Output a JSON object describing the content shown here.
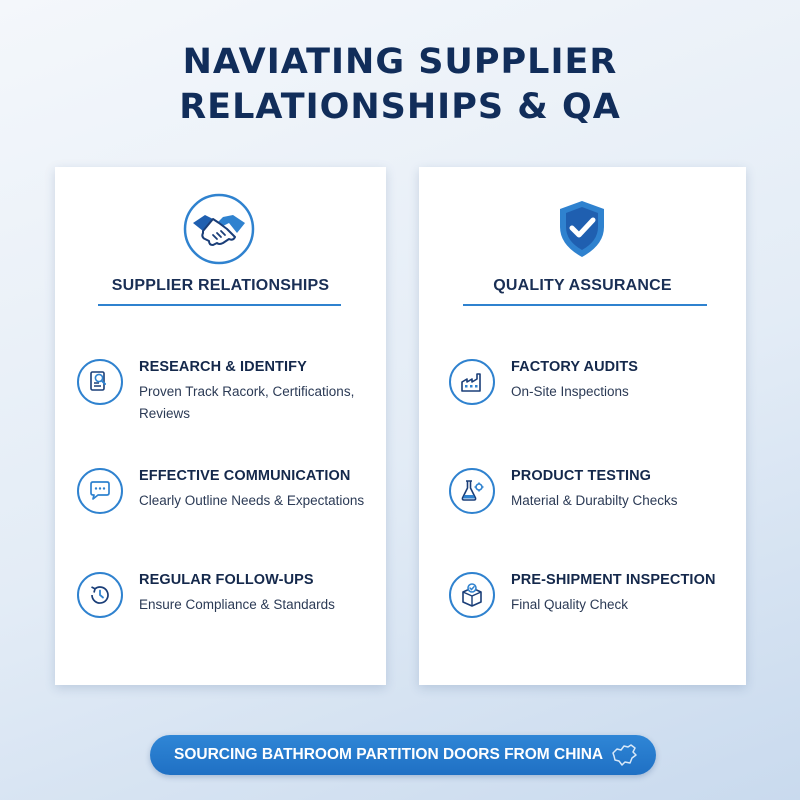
{
  "title": {
    "line1": "NAVIATING SUPPLIER",
    "line2": "RELATIONSHIPS & QA"
  },
  "colors": {
    "accent": "#2f82cf",
    "heading": "#112d5a",
    "footer_bg": "#2476c9",
    "card_bg": "#ffffff"
  },
  "supplier": {
    "icon": "handshake-icon",
    "heading": "SUPPLIER RELATIONSHIPS",
    "items": [
      {
        "icon": "research-icon",
        "title": "RESEARCH & IDENTIFY",
        "desc": "Proven Track Racork, Certifications, Reviews"
      },
      {
        "icon": "chat-icon",
        "title": "EFFECTIVE COMMUNICATION",
        "desc": "Clearly Outline Needs & Expectations"
      },
      {
        "icon": "follow-up-clock-icon",
        "title": "REGULAR FOLLOW-UPS",
        "desc": "Ensure Compliance & Standards"
      }
    ]
  },
  "quality": {
    "icon": "shield-check-icon",
    "heading": "QUALITY ASSURANCE",
    "items": [
      {
        "icon": "factory-icon",
        "title": "FACTORY AUDITS",
        "desc": "On-Site Inspections"
      },
      {
        "icon": "flask-gear-icon",
        "title": "PRODUCT TESTING",
        "desc": "Material & Durabilty Checks"
      },
      {
        "icon": "box-check-icon",
        "title": "PRE-SHIPMENT INSPECTION",
        "desc": "Final Quality Check"
      }
    ]
  },
  "footer": {
    "label": "SOURCING BATHROOM PARTITION DOORS FROM CHINA",
    "icon": "china-map-icon"
  }
}
